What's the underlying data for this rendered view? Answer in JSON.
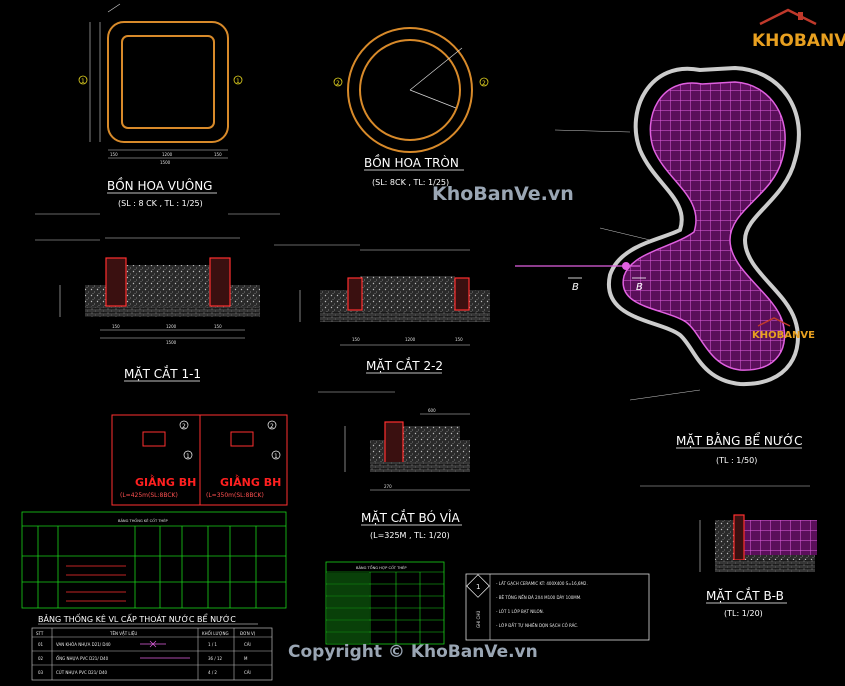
{
  "watermark": {
    "logo_text": "KHOBANVE",
    "center_text": "KhoBanVe.vn",
    "copyright_text": "Copyright © KhoBanVe.vn"
  },
  "planters": {
    "square": {
      "title": "BỒN HOA VUÔNG",
      "subtitle": "(SL : 8 CK , TL : 1/25)",
      "section_mark": "1",
      "dims": [
        "150",
        "1200",
        "150",
        "1500"
      ]
    },
    "round": {
      "title": "BỒN HOA TRÒN",
      "subtitle": "(SL: 8CK , TL: 1/25)",
      "section_mark": "2"
    }
  },
  "sections": {
    "s11": {
      "title": "MẶT CẮT 1-1",
      "dims": [
        "150",
        "1200",
        "150",
        "1500"
      ]
    },
    "s22": {
      "title": "MẶT CẮT 2-2",
      "dims": [
        "150",
        "1200",
        "150"
      ]
    },
    "curb": {
      "title": "MẶT CẮT BÓ VỈA",
      "subtitle": "(L=325M , TL: 1/20)",
      "dims": [
        "270",
        "600"
      ]
    },
    "bb": {
      "title": "MẶT CẮT B-B",
      "subtitle": "(TL: 1/20)"
    }
  },
  "pool": {
    "title": "MẶT BẰNG BỂ NƯỚC",
    "subtitle": "(TL : 1/50)",
    "section_letter": "B"
  },
  "beams": {
    "left_label": "GIẰNG BH",
    "left_sub": "(L=425m(SL:8BCK)",
    "right_label": "GIẰNG BH",
    "right_sub": "(L=350m(SL:8BCK)",
    "marks": [
      "2",
      "1",
      "2",
      "1"
    ]
  },
  "tables": {
    "steel_title": "BẢNG THỐNG KÊ CỐT THÉP",
    "water_title": "BẢNG THỐNG KÊ VL CẤP THOÁT NƯỚC BỂ NƯỚC",
    "water_headers": [
      "STT",
      "TÊN VẬT LIỆU",
      "KHỐI LƯỢNG",
      "ĐƠN VỊ"
    ],
    "water_rows": [
      {
        "stt": "01",
        "name": "VAN KHÓA NHỰA D21/ D40",
        "qty": "1 / 1",
        "unit": "CÁI"
      },
      {
        "stt": "02",
        "name": "ỐNG NHỰA PVC D21/ D40",
        "qty": "36 / 12",
        "unit": "M"
      },
      {
        "stt": "03",
        "name": "CÚT NHỰA PVC D21/ D40",
        "qty": "4 / 2",
        "unit": "CÁI"
      }
    ],
    "small_title": "BẢNG TỔNG HỢP CỐT THÉP"
  },
  "notes": {
    "side_label": "GHI CHÚ",
    "mark": "1",
    "lines": [
      "- LÁT GẠCH CERAMIC KT: 400X400 S=16,6M2.",
      "- BÊ TÔNG NỀN ĐÁ 2X4 M100 DÀY 100MM.",
      "- LÓT 1 LỚP BẠT NILON.",
      "- LỚP ĐẤT TỰ NHIÊN DỌN SẠCH CỎ RÁC."
    ]
  },
  "colors": {
    "background": "#000000",
    "magenta": "#cc33cc",
    "green": "#19d219",
    "red": "#ff2020",
    "orange": "#d88a2a",
    "yellow": "#e8d820",
    "watermark": "#9aa6b4"
  }
}
